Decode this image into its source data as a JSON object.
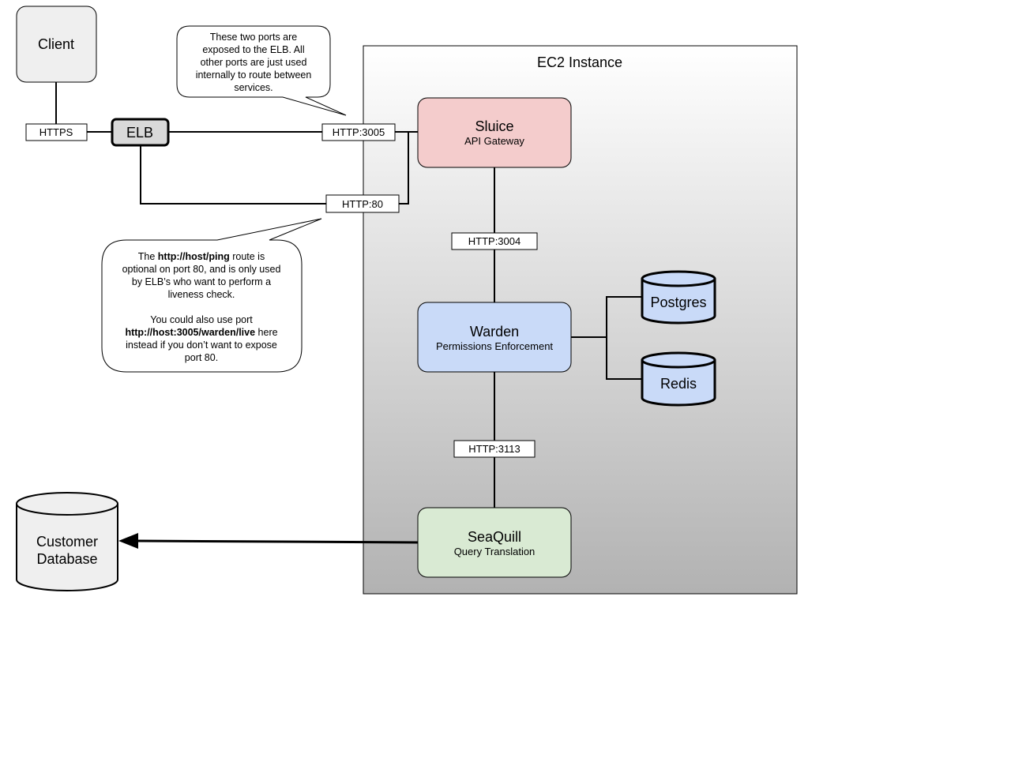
{
  "ec2": {
    "title": "EC2 Instance"
  },
  "client": {
    "label": "Client"
  },
  "elb": {
    "label": "ELB"
  },
  "ports": {
    "https": "HTTPS",
    "http3005": "HTTP:3005",
    "http80": "HTTP:80",
    "http3004": "HTTP:3004",
    "http3113": "HTTP:3113"
  },
  "services": {
    "sluice": {
      "name": "Sluice",
      "desc": "API Gateway",
      "color": "#f4cccc"
    },
    "warden": {
      "name": "Warden",
      "desc": "Permissions Enforcement",
      "color": "#c9daf8"
    },
    "seaquill": {
      "name": "SeaQuill",
      "desc": "Query Translation",
      "color": "#d9ead3"
    }
  },
  "stores": {
    "postgres": "Postgres",
    "redis": "Redis",
    "customer_db": {
      "line1": "Customer",
      "line2": "Database"
    }
  },
  "notes": {
    "ports_note": [
      "These two ports are",
      "exposed to the ELB. All",
      "other ports are just used",
      "internally to route between",
      "services."
    ],
    "ping_note": {
      "l1_pre": "The ",
      "l1_bold": "http://host/ping",
      "l1_post": " route is",
      "l2": "optional on port 80, and is only used",
      "l3": "by ELB’s who want to perform a",
      "l4": "liveness check.",
      "l5": "You could also use port",
      "l6_bold": "http://host:3005/warden/live",
      "l6_post": " here",
      "l7": "instead if you don’t want to expose",
      "l8": "port 80."
    }
  }
}
